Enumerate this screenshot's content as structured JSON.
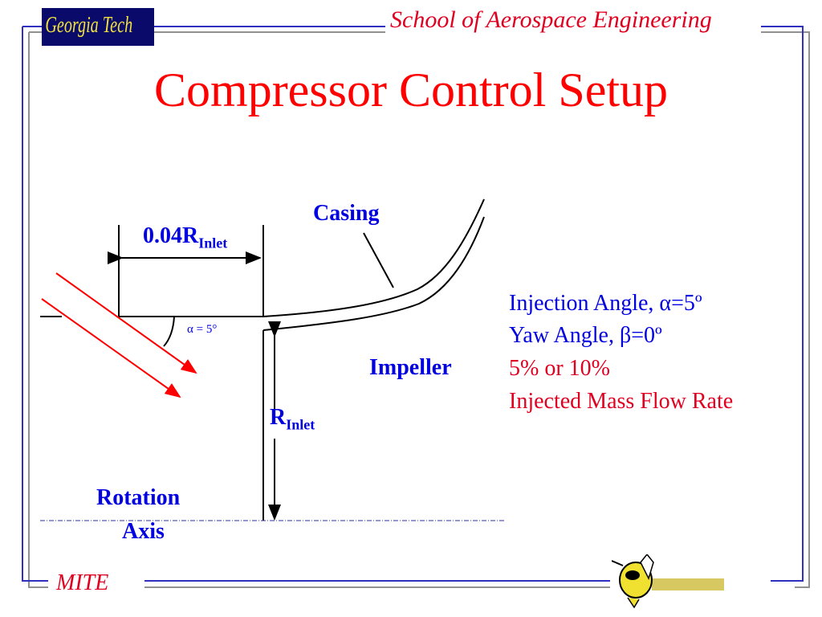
{
  "header": {
    "logo_text": "Georgia Tech",
    "school": "School of Aerospace Engineering"
  },
  "title": "Compressor Control Setup",
  "diagram": {
    "casing_label": "Casing",
    "gap_label_main": "0.04R",
    "gap_label_sub": "Inlet",
    "angle_label": "α = 5°",
    "impeller_label": "Impeller",
    "radius_label_main": "R",
    "radius_label_sub": "Inlet",
    "axis_label_line1": "Rotation",
    "axis_label_line2": "Axis"
  },
  "notes": {
    "injection_angle": "Injection Angle, α=5º",
    "yaw_angle": "Yaw Angle, β=0º",
    "flow_rate_options": "5% or 10%",
    "flow_rate_label": "Injected Mass Flow Rate"
  },
  "footer": {
    "label": "MITE"
  },
  "colors": {
    "blue_text": "#0000e0",
    "red_text": "#e00020",
    "frame_blue": "#3030c0",
    "frame_gray": "#909090"
  }
}
